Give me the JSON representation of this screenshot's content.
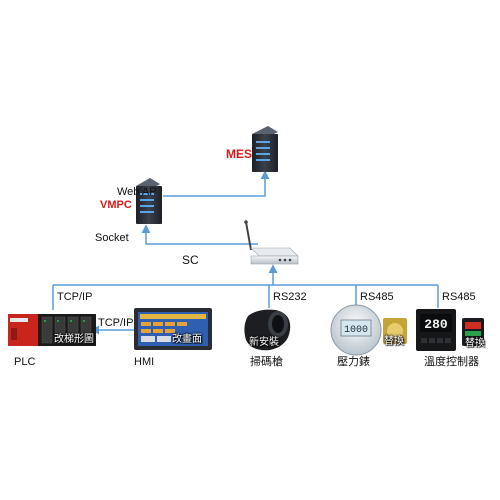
{
  "nodes": {
    "mes": {
      "label": "MES"
    },
    "vmpc": {
      "label_top": "Web AP",
      "label_bottom": "VMPC"
    },
    "socket": {
      "label": "Socket"
    },
    "sc": {
      "label": "SC"
    },
    "plc": {
      "label": "PLC",
      "tag": "改梯形圖"
    },
    "hmi": {
      "label": "HMI",
      "tag": "改畫面"
    },
    "scanner": {
      "label": "掃碼槍",
      "tag": "新安裝"
    },
    "pressure_gauge": {
      "label": "壓力錶",
      "tag": "替換"
    },
    "temp_controller": {
      "label": "溫度控制器",
      "tag": "替換",
      "display": "280"
    }
  },
  "links": {
    "tcpip_main": "TCP/IP",
    "tcpip_hmi": "TCP/IP",
    "rs232": "RS232",
    "rs485_gauge": "RS485",
    "rs485_temp": "RS485"
  },
  "colors": {
    "line": "#5b9bd5",
    "accent_red": "#d81b1b",
    "server_body": "#2b2f36"
  }
}
